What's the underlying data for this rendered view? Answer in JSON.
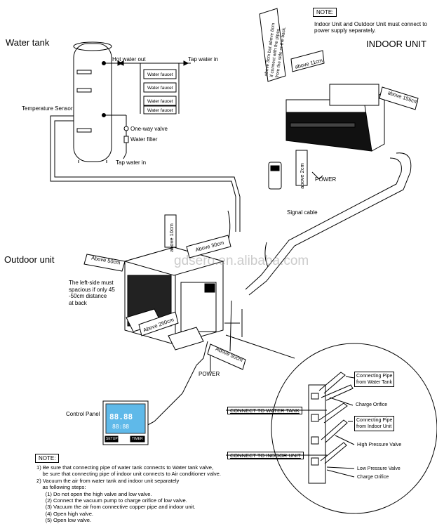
{
  "titles": {
    "water_tank": "Water tank",
    "indoor_unit": "INDOOR UNIT",
    "outdoor_unit": "Outdoor unit"
  },
  "top_note": {
    "label": "NOTE:",
    "text": [
      "Indoor Unit and Outdoor Unit must  connect to",
      "power supply separately."
    ]
  },
  "water_tank": {
    "temperature_sensor": "Temperature Sensor",
    "hot_water_out": "Hot water out",
    "tap_water_in_top": "Tap water in",
    "faucets": [
      "Water faucet",
      "Water faucet",
      "Water faucet",
      "Water faucet"
    ],
    "one_way_valve": "One-way valve",
    "water_filter": "Water filter",
    "tap_water_in_bottom": "Tap water in"
  },
  "indoor": {
    "vertical_clearance": [
      "above 3cm but above 8cm",
      "if connect with the pipes",
      "from the side or the back."
    ],
    "above_11cm": "above 11cm",
    "above_155cm": "above 155cm",
    "above_2cm": "above 2cm",
    "power": "POWER",
    "signal_cable": "Signal cable"
  },
  "outdoor": {
    "above_10cm": "above 10cm",
    "above_30cm": "Above 30cm",
    "above_50cm_left": "Above 50cm",
    "above_250cm": "Above 250cm",
    "above_50cm_bottom": "Above 50cm",
    "left_side_note": [
      "The left-side must",
      "spacious if only 45",
      "-50cm distance",
      "at back"
    ],
    "power": "POWER",
    "watermark": "gdsero.en.alibaba.com"
  },
  "control_panel": {
    "label": "Control Panel",
    "display_big": "88.88",
    "display_small": "88:88",
    "button_left": "SETUP",
    "button_right": "TIMER"
  },
  "connections": {
    "connect_water_tank": "CONNECT TO WATER TANK",
    "connect_indoor_unit": "CONNECT TO INDOOR UNIT",
    "pipe_water_tank": [
      "Connecting Pipe",
      "from Water Tank"
    ],
    "charge_orifice_1": "Charge Orifice",
    "pipe_indoor_unit": [
      "Connecting Pipe",
      "from Indoor Unit"
    ],
    "high_pressure_valve": "High Pressure Valve",
    "low_pressure_valve": "Low Pressure Valve",
    "charge_orifice_2": "Charge Orifice"
  },
  "bottom_note": {
    "label": "NOTE:",
    "lines": [
      "1) Be sure that connecting pipe of water tank connects to Water tank valve,",
      "    be sure that connecting pipe of indoor unit connects to Air conditioner valve.",
      "2) Vacuum the air from water tank and indoor unit separately",
      "    as following steps:",
      "      (1) Do not open the high valve and low valve.",
      "      (2) Connect the vacuum pump to charge orifice of low valve.",
      "      (3) Vacuum the air from connective copper pipe and indoor unit.",
      "      (4) Open high valve.",
      "      (5) Open low valve."
    ]
  }
}
